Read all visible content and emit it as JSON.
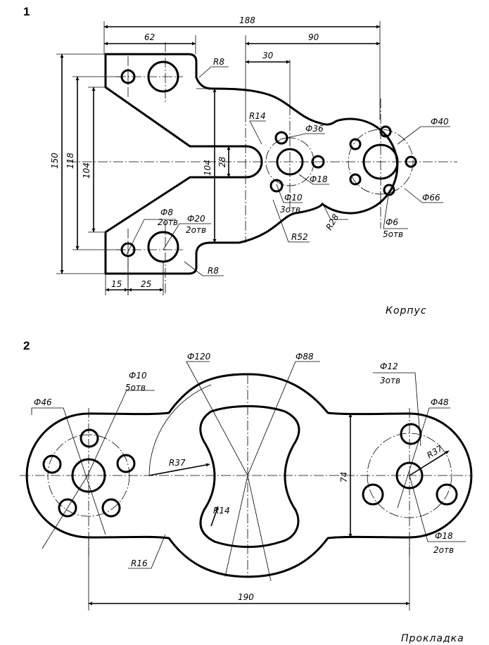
{
  "drawings": [
    {
      "number": "1",
      "caption": "Корпус",
      "dims": {
        "d188": "188",
        "d62": "62",
        "d90": "90",
        "d30": "30",
        "d150": "150",
        "d118": "118",
        "d104a": "104",
        "d104b": "104",
        "d28": "28",
        "d15": "15",
        "d25": "25",
        "r8a": "R8",
        "r8b": "R8",
        "r14": "R14",
        "r52": "R52",
        "r28": "R28",
        "phi36": "Ф36",
        "phi18": "Ф18",
        "phi10": "Ф10",
        "holes3": "3отв",
        "phi40": "Ф40",
        "phi66": "Ф66",
        "phi6": "Ф6",
        "holes5": "5отв",
        "phi8": "Ф8",
        "holes2a": "2отв",
        "phi20": "Ф20",
        "holes2b": "2отв"
      }
    },
    {
      "number": "2",
      "caption": "Прокладка",
      "dims": {
        "phi120": "Ф120",
        "phi88": "Ф88",
        "phi46": "Ф46",
        "phi10": "Ф10",
        "holes5": "5отв",
        "phi12": "Ф12",
        "holes3": "3отв",
        "phi48": "Ф48",
        "r37a": "R37",
        "r37b": "R37",
        "r14": "R14",
        "r16": "R16",
        "d74": "74",
        "d190": "190",
        "phi18": "Ф18",
        "holes2": "2отв"
      }
    }
  ]
}
